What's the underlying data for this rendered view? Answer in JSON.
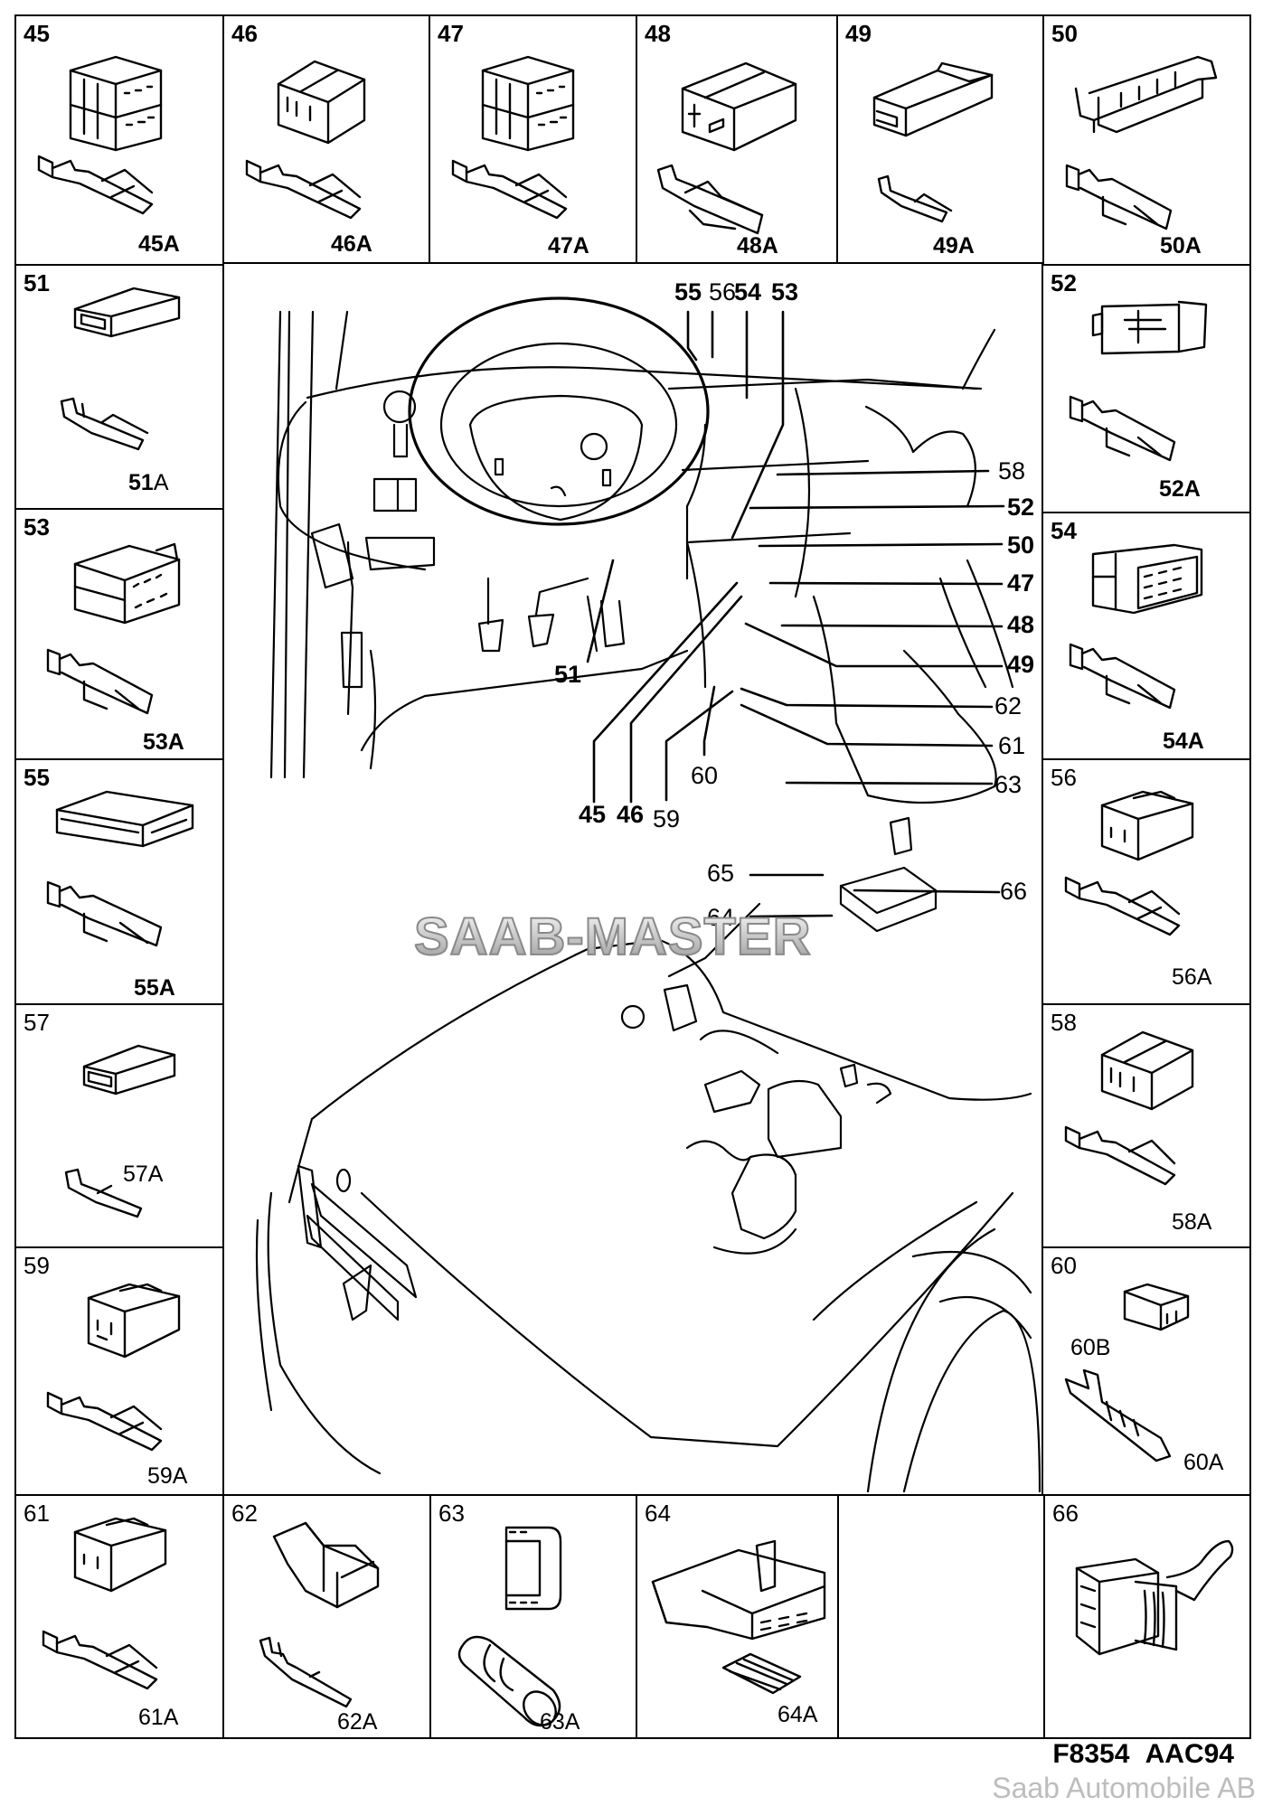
{
  "title": "Connector and terminal overview – instrument panel and engine bay",
  "cells": [
    {
      "id": "45",
      "num": "45",
      "num_bold": true,
      "sub": "45A",
      "sub_bold": true,
      "connector": "connector-multi-block",
      "terminal": "terminal-female"
    },
    {
      "id": "46",
      "num": "46",
      "num_bold": true,
      "sub": "46A",
      "sub_bold": true,
      "connector": "connector-block",
      "terminal": "terminal-female"
    },
    {
      "id": "47",
      "num": "47",
      "num_bold": true,
      "sub": "47A",
      "sub_bold": true,
      "connector": "connector-multi-block",
      "terminal": "terminal-female"
    },
    {
      "id": "48",
      "num": "48",
      "num_bold": true,
      "sub": "48A",
      "sub_bold": true,
      "connector": "connector-box",
      "terminal": "terminal-flat"
    },
    {
      "id": "49",
      "num": "49",
      "num_bold": true,
      "sub": "49A",
      "sub_bold": true,
      "connector": "connector-single",
      "terminal": "terminal-small"
    },
    {
      "id": "50",
      "num": "50",
      "num_bold": true,
      "sub": "50A",
      "sub_bold": true,
      "connector": "connector-latched",
      "terminal": "terminal-female"
    },
    {
      "id": "51",
      "num": "51",
      "num_bold": true,
      "sub": "51",
      "sub_suffix": "A",
      "sub_bold": true,
      "connector": "connector-flat",
      "terminal": "terminal-small"
    },
    {
      "id": "52",
      "num": "52",
      "num_bold": true,
      "sub": "52A",
      "sub_bold": true,
      "connector": "connector-latched",
      "terminal": "terminal-female"
    },
    {
      "id": "53",
      "num": "53",
      "num_bold": true,
      "sub": "53A",
      "sub_bold": true,
      "connector": "connector-multi-block",
      "terminal": "terminal-female"
    },
    {
      "id": "54",
      "num": "54",
      "num_bold": true,
      "sub": "54A",
      "sub_bold": true,
      "connector": "connector-multi-pin",
      "terminal": "terminal-female"
    },
    {
      "id": "55",
      "num": "55",
      "num_bold": true,
      "sub": "55A",
      "sub_bold": true,
      "connector": "connector-flat-wide",
      "terminal": "terminal-female"
    },
    {
      "id": "56",
      "num": "56",
      "num_bold": false,
      "sub": "56A",
      "sub_bold": false,
      "connector": "connector-sealed",
      "terminal": "terminal-female"
    },
    {
      "id": "57",
      "num": "57",
      "num_bold": false,
      "sub": "57A",
      "sub_bold": false,
      "connector": "connector-flat",
      "terminal": "terminal-small"
    },
    {
      "id": "58",
      "num": "58",
      "num_bold": false,
      "sub": "58A",
      "sub_bold": false,
      "connector": "connector-block",
      "terminal": "terminal-female"
    },
    {
      "id": "59",
      "num": "59",
      "num_bold": false,
      "sub": "59A",
      "sub_bold": false,
      "connector": "connector-sealed",
      "terminal": "terminal-female"
    },
    {
      "id": "60",
      "num": "60",
      "num_bold": false,
      "sub": "60A",
      "sub_bold": false,
      "sub2": "60B",
      "connector": "connector-small",
      "terminal": "terminal-long"
    },
    {
      "id": "61",
      "num": "61",
      "num_bold": false,
      "sub": "61A",
      "sub_bold": false,
      "connector": "connector-sealed",
      "terminal": "terminal-female"
    },
    {
      "id": "62",
      "num": "62",
      "num_bold": false,
      "sub": "62A",
      "sub_bold": false,
      "connector": "connector-flat-wide",
      "terminal": "terminal-pin"
    },
    {
      "id": "63",
      "num": "63",
      "num_bold": false,
      "sub": "63A",
      "sub_bold": false,
      "connector": "connector-round",
      "terminal": "terminal-coax"
    },
    {
      "id": "64",
      "num": "64",
      "num_bold": false,
      "sub": "64A",
      "sub_bold": false,
      "connector": "connector-ecu",
      "terminal": "terminal-strip"
    },
    {
      "id": "blank",
      "num": "",
      "sub": ""
    },
    {
      "id": "66",
      "num": "66",
      "num_bold": false,
      "sub": "",
      "connector": "connector-boot"
    }
  ],
  "callouts": [
    {
      "label": "55",
      "bold": true
    },
    {
      "label": "56",
      "bold": false
    },
    {
      "label": "54",
      "bold": true
    },
    {
      "label": "53",
      "bold": true
    },
    {
      "label": "58",
      "bold": false
    },
    {
      "label": "52",
      "bold": true
    },
    {
      "label": "50",
      "bold": true
    },
    {
      "label": "47",
      "bold": true
    },
    {
      "label": "48",
      "bold": true
    },
    {
      "label": "49",
      "bold": true
    },
    {
      "label": "62",
      "bold": false
    },
    {
      "label": "61",
      "bold": false
    },
    {
      "label": "63",
      "bold": false
    },
    {
      "label": "51",
      "bold": true
    },
    {
      "label": "45",
      "bold": true
    },
    {
      "label": "46",
      "bold": true
    },
    {
      "label": "59",
      "bold": false
    },
    {
      "label": "60",
      "bold": false
    },
    {
      "label": "65",
      "bold": false
    },
    {
      "label": "66",
      "bold": false
    },
    {
      "label": "64",
      "bold": false
    }
  ],
  "watermark": "SAAB-MASTER",
  "figure_code": "F8354  AAC94",
  "copyright": "Saab Automobile AB"
}
